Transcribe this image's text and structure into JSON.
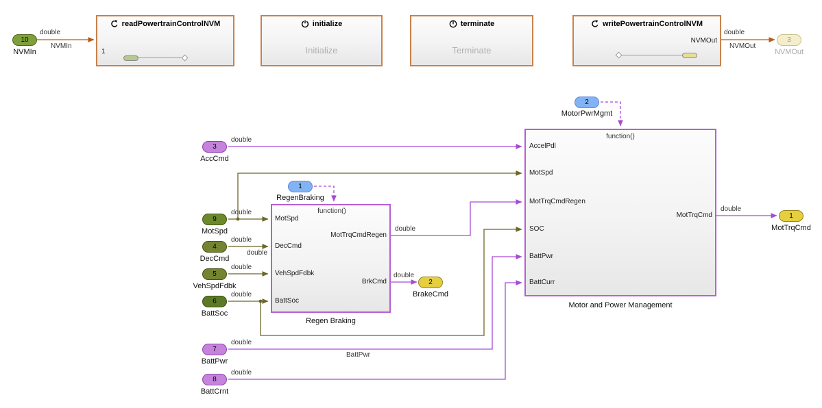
{
  "blocks": {
    "read": {
      "title": "readPowertrainControlNVM",
      "input_port": "1"
    },
    "initialize": {
      "title": "initialize",
      "body": "Initialize"
    },
    "terminate": {
      "title": "terminate",
      "body": "Terminate"
    },
    "write": {
      "title": "writePowertrainControlNVM",
      "output_port": "NVMOut"
    },
    "regen": {
      "title": "Regen Braking",
      "function_label": "function()",
      "inputs": [
        "MotSpd",
        "DecCmd",
        "VehSpdFdbk",
        "BattSoc"
      ],
      "outputs": [
        "MotTrqCmdRegen",
        "BrkCmd"
      ]
    },
    "motor": {
      "title": "Motor and Power Management",
      "function_label": "function()",
      "inputs": [
        "AccelPdl",
        "MotSpd",
        "MotTrqCmdRegen",
        "SOC",
        "BattPwr",
        "BattCurr"
      ],
      "outputs": [
        "MotTrqCmd"
      ]
    }
  },
  "ports": {
    "nvmin": {
      "number": "10",
      "label": "NVMIn"
    },
    "nvmout": {
      "number": "3",
      "label": "NVMOut"
    },
    "motorpwrmgmt": {
      "number": "2",
      "label": "MotorPwrMgmt"
    },
    "regenbraking": {
      "number": "1",
      "label": "RegenBraking"
    },
    "acccmd": {
      "number": "3",
      "label": "AccCmd"
    },
    "motspd": {
      "number": "9",
      "label": "MotSpd"
    },
    "deccmd": {
      "number": "4",
      "label": "DecCmd"
    },
    "vehspdfdbk": {
      "number": "5",
      "label": "VehSpdFdbk"
    },
    "battsoc": {
      "number": "6",
      "label": "BattSoc"
    },
    "battpwr": {
      "number": "7",
      "label": "BattPwr"
    },
    "battcrnt": {
      "number": "8",
      "label": "BattCrnt"
    },
    "brakecmd": {
      "number": "2",
      "label": "BrakeCmd"
    },
    "mottrqcmd": {
      "number": "1",
      "label": "MotTrqCmd"
    }
  },
  "signals": {
    "datatype": "double",
    "nvmin": "NVMIn",
    "nvmout": "NVMOut",
    "battpwr": "BattPwr"
  },
  "colors": {
    "block_border_orange": "#C8824C",
    "block_border_purple": "#B55FD6",
    "wire_orange": "#BA5B16",
    "wire_purple": "#A74AD6",
    "wire_olive": "#6B6625",
    "inport_green": "#7DA03C",
    "inport_olive": "#748430",
    "inport_dark_green": "#5C7A26",
    "inport_purple": "#C583DC",
    "trigger_blue": "#82B4F5",
    "outport_yellow": "#E5CF3E",
    "outport_cream": "#F4EECB"
  }
}
